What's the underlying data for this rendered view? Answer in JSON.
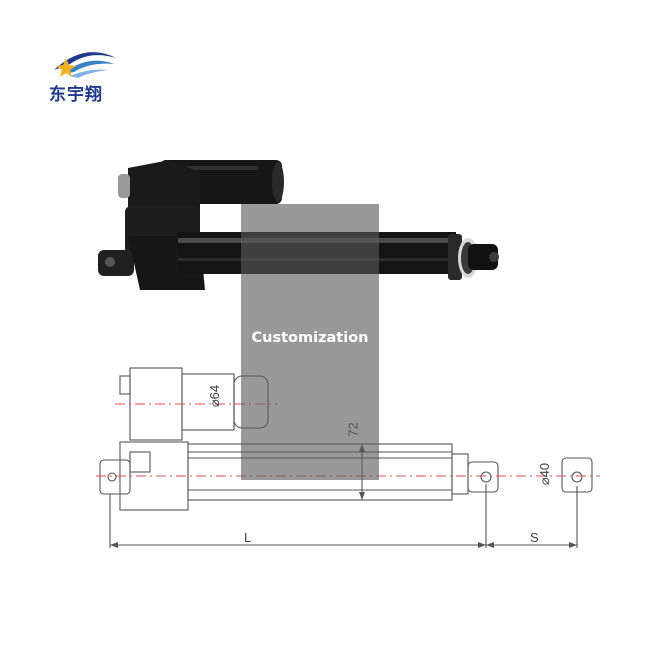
{
  "brand": {
    "name": "东宇翔",
    "primary_color": "#1e3a8a",
    "accent_color": "#f2b01e"
  },
  "overlay": {
    "label": "Customization"
  },
  "drawing": {
    "dim_diameter_motor": "⌀64",
    "dim_height": "72",
    "dim_diameter_rod": "⌀40",
    "dim_length": "L",
    "dim_stroke": "S"
  },
  "colors": {
    "actuator_body": "#151515",
    "drawing_lines": "#555555",
    "centerline": "#d9534f"
  }
}
